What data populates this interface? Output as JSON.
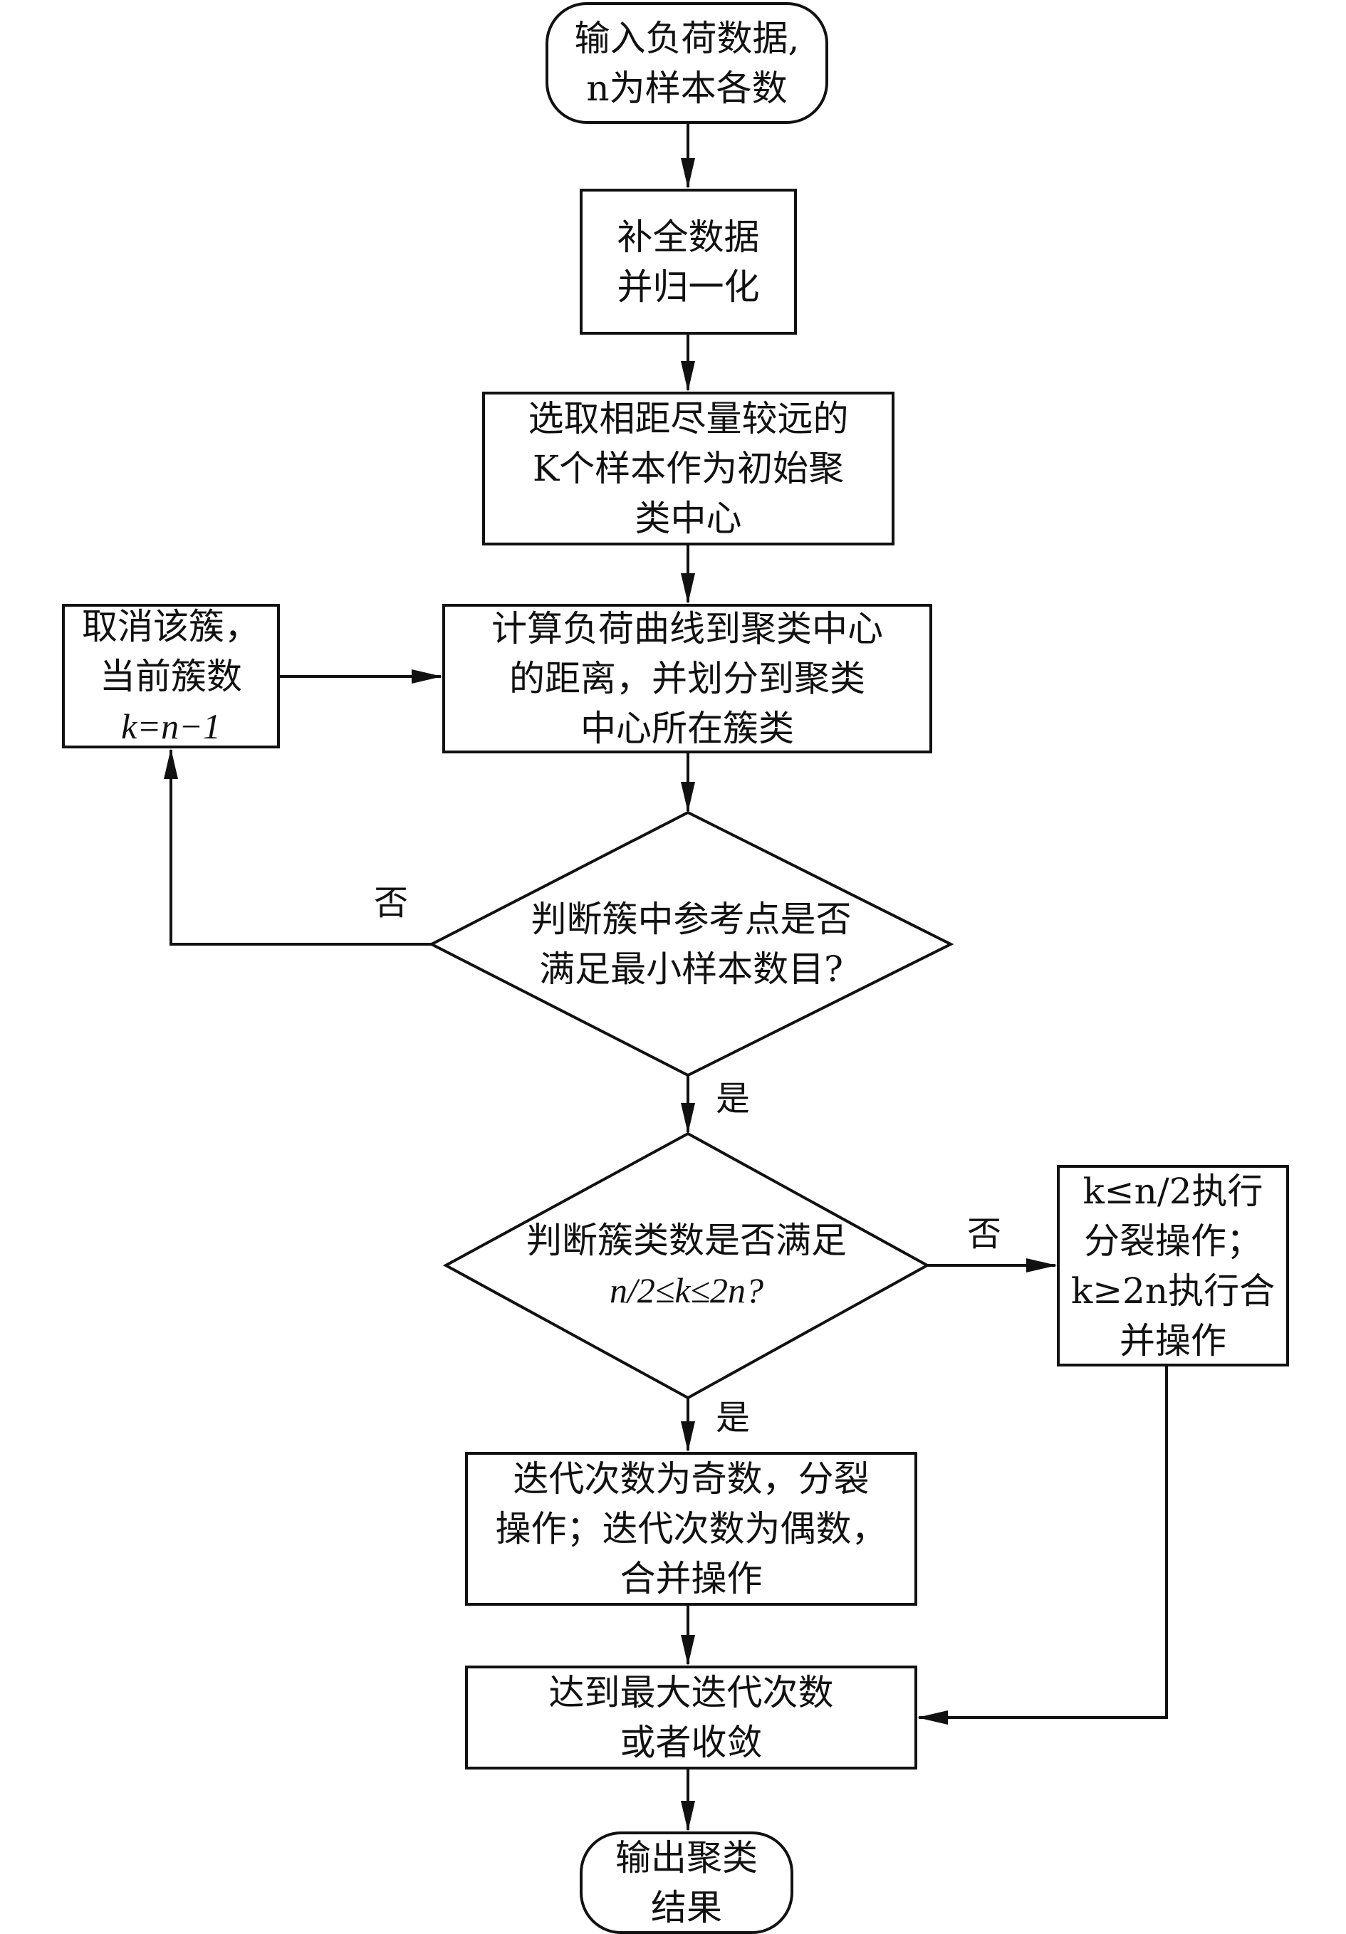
{
  "diagram": {
    "type": "flowchart",
    "nodes": {
      "start": {
        "shape": "terminal",
        "lines": [
          "输入负荷数据,",
          "n为样本各数"
        ]
      },
      "fill_normalize": {
        "shape": "process",
        "lines": [
          "补全数据",
          "并归一化"
        ]
      },
      "init_centers": {
        "shape": "process",
        "lines": [
          "选取相距尽量较远的",
          "K个样本作为初始聚",
          "类中心"
        ]
      },
      "assign": {
        "shape": "process",
        "lines": [
          "计算负荷曲线到聚类中心",
          "的距离，并划分到聚类",
          "中心所在簇类"
        ]
      },
      "cancel_cluster": {
        "shape": "process",
        "lines": [
          "取消该簇，",
          "当前簇数",
          "k=n−1"
        ]
      },
      "check_min_samples": {
        "shape": "decision",
        "lines": [
          "判断簇中参考点是否",
          "满足最小样本数目?"
        ]
      },
      "check_cluster_count": {
        "shape": "decision",
        "lines": [
          "判断簇类数是否满足",
          "n/2≤k≤2n?"
        ]
      },
      "split_merge_bounds": {
        "shape": "process",
        "lines": [
          "k≤n/2执行",
          "分裂操作；",
          "k≥2n执行合",
          "并操作"
        ]
      },
      "iterate_parity": {
        "shape": "process",
        "lines": [
          "迭代次数为奇数，分裂",
          "操作；迭代次数为偶数，",
          "合并操作"
        ]
      },
      "converge": {
        "shape": "process",
        "lines": [
          "达到最大迭代次数",
          "或者收敛"
        ]
      },
      "end": {
        "shape": "terminal",
        "lines": [
          "输出聚类",
          "结果"
        ]
      }
    },
    "edge_labels": {
      "min_no": "否",
      "min_yes": "是",
      "count_no": "否",
      "count_yes": "是"
    },
    "edges": [
      {
        "from": "start",
        "to": "fill_normalize"
      },
      {
        "from": "fill_normalize",
        "to": "init_centers"
      },
      {
        "from": "init_centers",
        "to": "assign"
      },
      {
        "from": "assign",
        "to": "check_min_samples"
      },
      {
        "from": "check_min_samples",
        "to": "cancel_cluster",
        "label": "否"
      },
      {
        "from": "cancel_cluster",
        "to": "assign"
      },
      {
        "from": "check_min_samples",
        "to": "check_cluster_count",
        "label": "是"
      },
      {
        "from": "check_cluster_count",
        "to": "split_merge_bounds",
        "label": "否"
      },
      {
        "from": "check_cluster_count",
        "to": "iterate_parity",
        "label": "是"
      },
      {
        "from": "iterate_parity",
        "to": "converge"
      },
      {
        "from": "split_merge_bounds",
        "to": "converge"
      },
      {
        "from": "converge",
        "to": "end"
      }
    ]
  }
}
